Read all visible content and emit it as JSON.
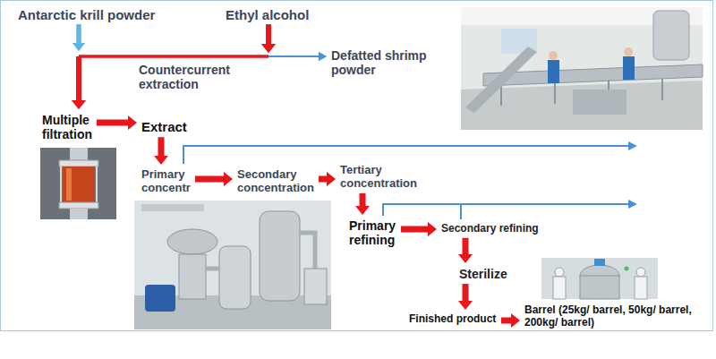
{
  "diagram": {
    "nodes": [
      {
        "text": [
          "Antarctic krill powder"
        ]
      },
      {
        "text": [
          "Ethyl alcohol"
        ]
      },
      {
        "text": [
          "Defatted shrimp powder"
        ]
      },
      {
        "text": [
          "Multiple filtration"
        ]
      },
      {
        "text": [
          "Extract"
        ]
      },
      {
        "text": [
          "Primary concentr"
        ]
      },
      {
        "text": [
          "Secondary concentration"
        ]
      },
      {
        "text": [
          "Tertiary concentration"
        ]
      },
      {
        "text": [
          "Primary refining"
        ]
      },
      {
        "text": [
          "Secondary refining"
        ]
      },
      {
        "text": [
          "Sterilize"
        ]
      },
      {
        "text": [
          "Finished product"
        ]
      },
      {
        "text": [
          "Barrel (25kg/ barrel, 50kg/ barrel, 200kg/ barrel)"
        ]
      }
    ],
    "edges": [
      {
        "from": 0,
        "to": 3,
        "arrow": "to"
      },
      {
        "from": 0,
        "to": 2,
        "arrow": "to"
      },
      {
        "from": 1,
        "to": 2,
        "arrow": "to"
      },
      {
        "from": 1,
        "to": 3,
        "arrow": "to"
      },
      {
        "from": 3,
        "to": 4,
        "arrow": "to"
      },
      {
        "from": 4,
        "to": 5,
        "arrow": "to"
      },
      {
        "from": 5,
        "to": 6,
        "arrow": "to"
      },
      {
        "from": 6,
        "to": 7,
        "arrow": "to"
      },
      {
        "from": 7,
        "to": 8,
        "arrow": "to"
      },
      {
        "from": 8,
        "to": 9,
        "arrow": "to"
      },
      {
        "from": 9,
        "to": 10,
        "arrow": "to"
      },
      {
        "from": 10,
        "to": 11,
        "arrow": "to"
      },
      {
        "from": 11,
        "to": 12,
        "arrow": "to"
      }
    ],
    "labels": [
      "Countercurrent extraction"
    ]
  }
}
